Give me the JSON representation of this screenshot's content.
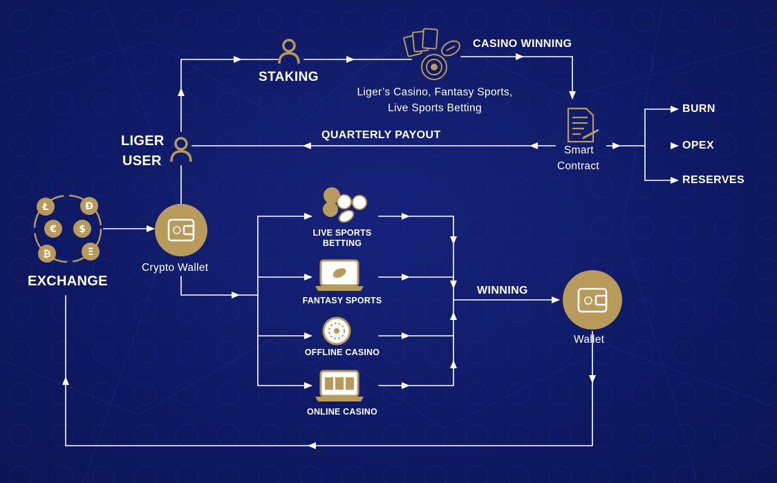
{
  "colors": {
    "background": "#0f1a66",
    "gold": "#b89a5a",
    "gold_dark": "#8f7640",
    "line": "#ffffff"
  },
  "labels": {
    "staking": "STAKING",
    "casino_winning": "CASINO WINNING",
    "casino_desc_1": "Liger’s Casino, Fantasy Sports,",
    "casino_desc_2": "Live Sports Betting",
    "quarterly_payout": "QUARTERLY PAYOUT",
    "liger_user_1": "LIGER",
    "liger_user_2": "USER",
    "smart_contract_1": "Smart",
    "smart_contract_2": "Contract",
    "burn": "BURN",
    "opex": "OPEX",
    "reserves": "RESERVES",
    "exchange": "EXCHANGE",
    "crypto_wallet": "Crypto Wallet",
    "live_sports_1": "LIVE SPORTS",
    "live_sports_2": "BETTING",
    "fantasy_sports": "FANTASY SPORTS",
    "offline_casino": "OFFLINE CASINO",
    "online_casino": "ONLINE CASINO",
    "winning": "WINNING",
    "wallet": "Wallet"
  },
  "icons": {
    "staking": "person-icon",
    "liger_user": "person-icon",
    "casino": "casino-cards-roulette-football-icon",
    "smart_contract": "contract-document-icon",
    "exchange": "crypto-exchange-cycle-icon",
    "crypto_wallet": "wallet-icon",
    "live_sports": "sports-balls-icon",
    "fantasy_sports": "laptop-football-icon",
    "offline_casino": "roulette-wheel-icon",
    "online_casino": "laptop-casino-icon",
    "wallet": "wallet-icon",
    "coin_symbols": [
      "Ł",
      "Đ",
      "€",
      "$",
      "₿",
      "Ξ"
    ]
  }
}
